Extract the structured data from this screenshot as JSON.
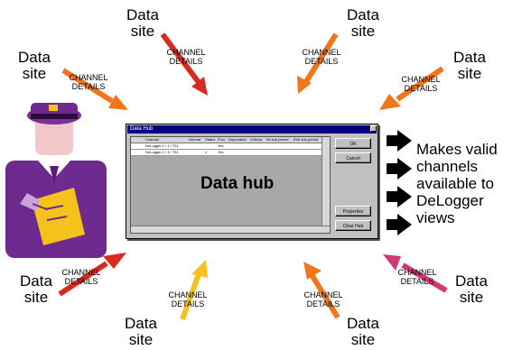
{
  "site_label_line1": "Data",
  "site_label_line2": "site",
  "details_line1": "CHANNEL",
  "details_line2": "DETAILS",
  "hub_label": "Data hub",
  "makes_lines": [
    "Makes valid",
    "channels",
    "available to",
    "DeLogger",
    "views"
  ],
  "window": {
    "title": "Data Hub",
    "columns": [
      "Channel",
      "Normal",
      "Status",
      "Proc",
      "Dependent",
      "Criteria",
      "Int sub-period",
      "End sub-period"
    ],
    "rows": [
      [
        "DeLogger 1 / 1 / T01",
        "",
        "",
        "Yes",
        "",
        "",
        "",
        ""
      ],
      [
        "DeLogger 1 / 1 / T01",
        "",
        "1",
        "Yes",
        "",
        "",
        "",
        ""
      ]
    ],
    "buttons": [
      "OK",
      "Cancel",
      "Properties",
      "Clear Hub"
    ]
  },
  "colors": {
    "red": "#d62b1e",
    "orange": "#f2741b",
    "yellow": "#f7c21b",
    "magenta": "#d03a74",
    "purple": "#6e2a8e",
    "gold": "#f4c21a"
  },
  "icons": [
    "arrow-icon",
    "attendant-illustration",
    "black-arrow-icon"
  ]
}
